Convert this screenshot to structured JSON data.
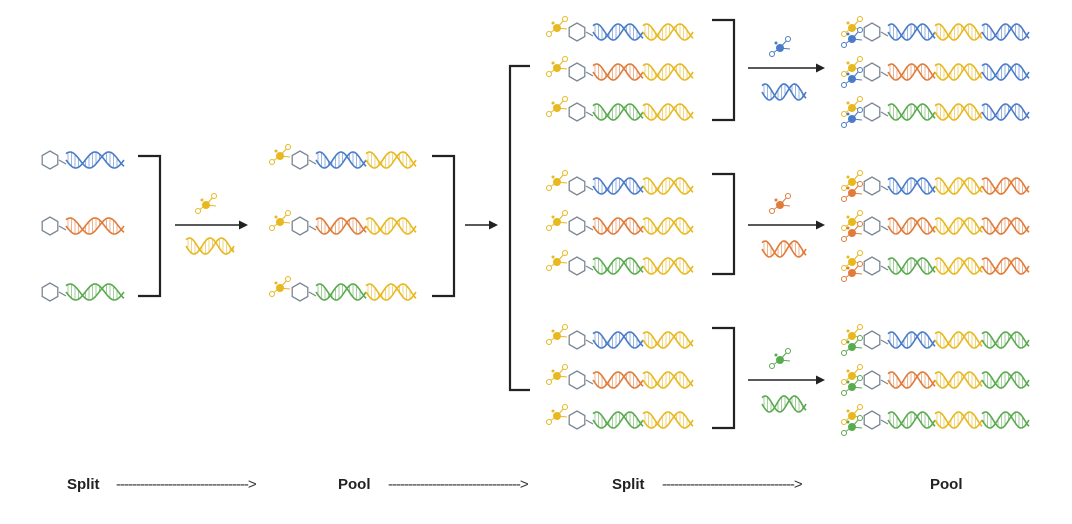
{
  "colors": {
    "blue": "#4a7cc9",
    "orange": "#e07b39",
    "green": "#5aaa4f",
    "yellow": "#e8b820",
    "ring": "#7a8694",
    "bracket": "#222222"
  },
  "stage1": {
    "rows": [
      "blue",
      "orange",
      "green"
    ],
    "reagent": "yellow"
  },
  "stage2": {
    "rows": [
      "blue",
      "orange",
      "green"
    ],
    "tag": "yellow"
  },
  "stage3": {
    "groups": [
      "blue",
      "orange",
      "green"
    ],
    "rows": [
      "blue",
      "orange",
      "green"
    ]
  },
  "footer": {
    "steps": [
      "Split",
      "Pool",
      "Split",
      "Pool"
    ],
    "connector": "--------------------------------->"
  }
}
